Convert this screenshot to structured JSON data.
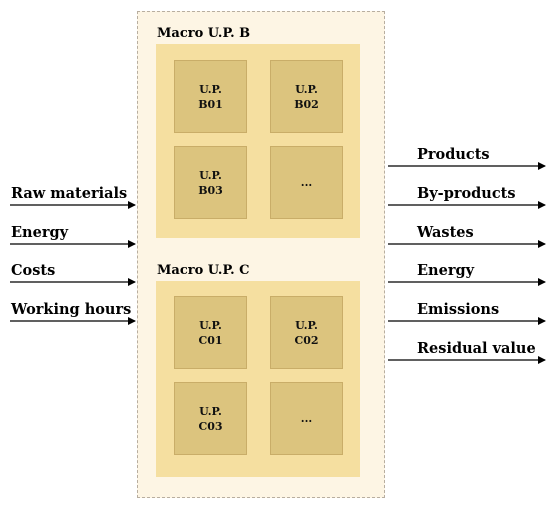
{
  "inputs": [
    "Raw materials",
    "Energy",
    "Costs",
    "Working hours"
  ],
  "outputs": [
    "Products",
    "By-products",
    "Wastes",
    "Energy",
    "Emissions",
    "Residual value"
  ],
  "macro_b": {
    "title": "Macro U.P. B",
    "units": [
      {
        "l1": "U.P.",
        "l2": "B01"
      },
      {
        "l1": "U.P.",
        "l2": "B02"
      },
      {
        "l1": "U.P.",
        "l2": "B03"
      },
      {
        "l1": "",
        "l2": "..."
      }
    ]
  },
  "macro_c": {
    "title": "Macro U.P. C",
    "units": [
      {
        "l1": "U.P.",
        "l2": "C01"
      },
      {
        "l1": "U.P.",
        "l2": "C02"
      },
      {
        "l1": "U.P.",
        "l2": "C03"
      },
      {
        "l1": "",
        "l2": "..."
      }
    ]
  },
  "colors": {
    "outer_fill": "#fdf5e4",
    "macro_fill": "#f5dfa0",
    "unit_fill": "#dcc47e"
  }
}
